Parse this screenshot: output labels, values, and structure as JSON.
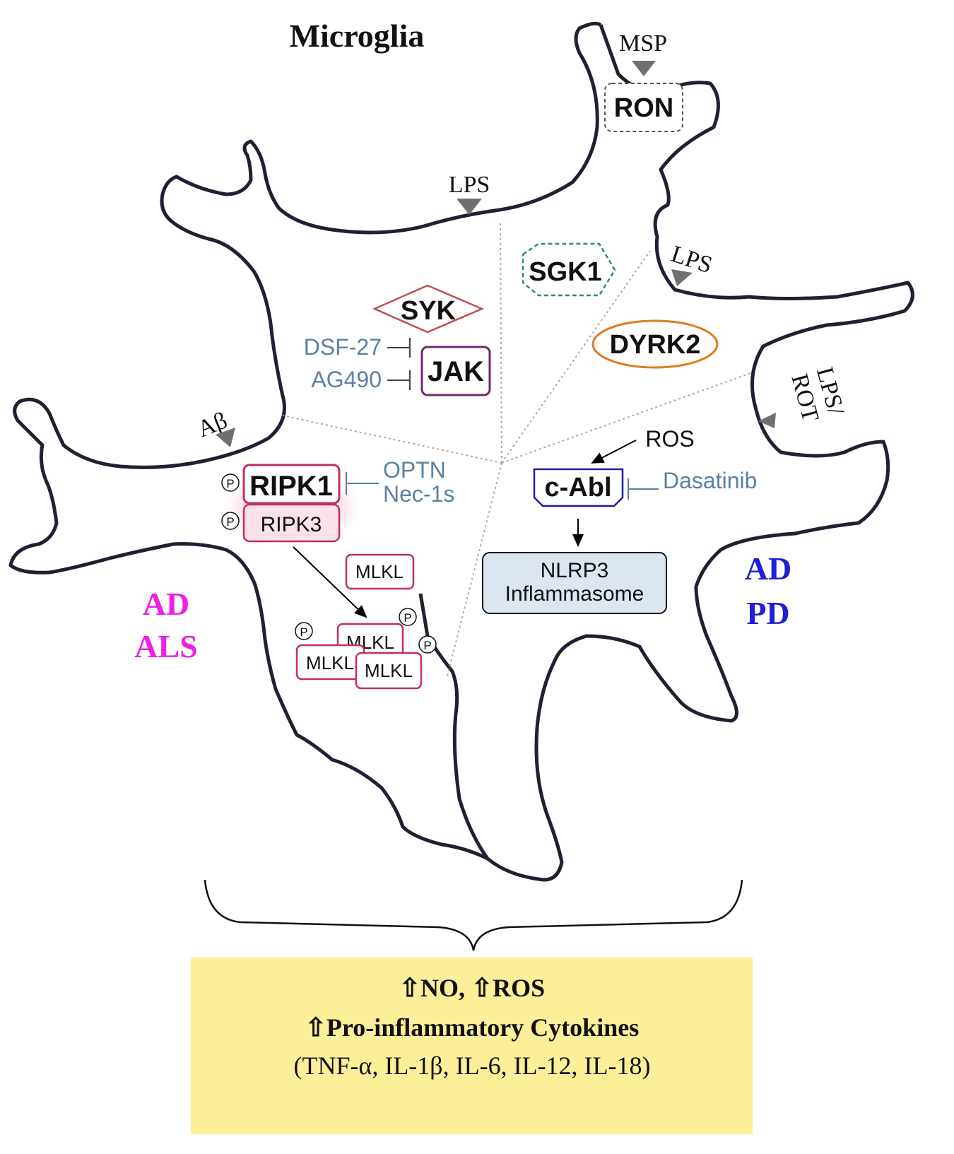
{
  "title": "Microglia",
  "colors": {
    "cell_outline": "#231f33",
    "inhibitor_text": "#5b82a6",
    "ad_als": "#ee1fe6",
    "ad_pd": "#1f1fd6",
    "ripk_border": "#c0305a",
    "ripk_fill": "#fbe1ea",
    "ripk_glow": "#f7c6dc",
    "syk_border": "#c0504d",
    "jak_border": "#6a2a6e",
    "sgk1_border": "#2e8b72",
    "dyrk2_border": "#e07c1a",
    "cabl_border": "#1c1ca8",
    "nlrp3_fill": "#dce6f1",
    "output_fill": "#fbef9a",
    "ligand_triangle": "#707070"
  },
  "ligands": {
    "msp": "MSP",
    "lps_top": "LPS",
    "lps_right": "LPS",
    "lps_rot": [
      "LPS/",
      "ROT"
    ],
    "abeta": "Aβ"
  },
  "receptors": {
    "ron": "RON"
  },
  "kinases": {
    "syk": "SYK",
    "jak": "JAK",
    "sgk1": "SGK1",
    "dyrk2": "DYRK2",
    "ripk1": "RIPK1",
    "ripk3": "RIPK3",
    "cabl": "c-Abl"
  },
  "inhibitors": {
    "dsf27": "DSF-27",
    "ag490": "AG490",
    "optn": "OPTN",
    "nec1s": "Nec-1s",
    "dasatinib": "Dasatinib"
  },
  "other_nodes": {
    "ros": "ROS",
    "mlkl": "MLKL",
    "nlrp3": [
      "NLRP3",
      "Inflammasome"
    ],
    "phospho": "P"
  },
  "diseases": {
    "left": [
      "AD",
      "ALS"
    ],
    "right": [
      "AD",
      "PD"
    ]
  },
  "output": {
    "line1": "⇧NO, ⇧ROS",
    "line2": "⇧Pro-inflammatory  Cytokines",
    "line3": "(TNF-α, IL-1β, IL-6, IL-12, IL-18)"
  }
}
